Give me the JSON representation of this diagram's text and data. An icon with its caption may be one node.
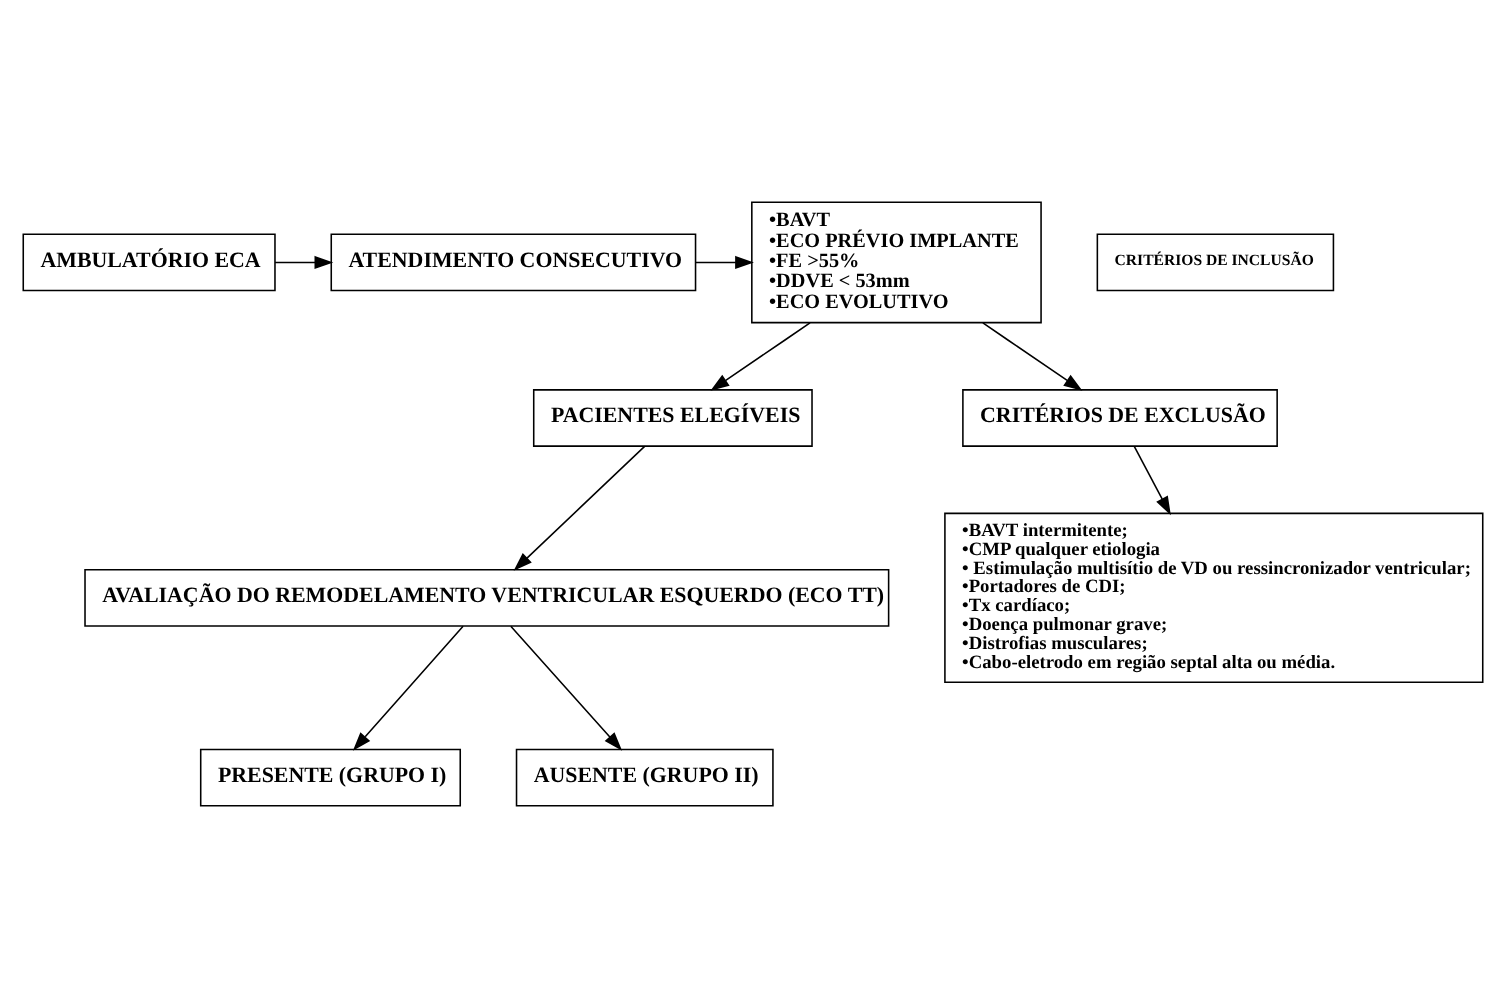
{
  "diagram": {
    "nodes": [
      {
        "text": [
          "AMBULATÓRIO ECA"
        ]
      },
      {
        "text": [
          "ATENDIMENTO CONSECUTIVO"
        ]
      },
      {
        "text": [
          "•BAVT",
          "•ECO PRÉVIO IMPLANTE",
          "•FE >55%",
          "•DDVE < 53mm",
          "•ECO EVOLUTIVO"
        ]
      },
      {
        "text": [
          "CRITÉRIOS DE INCLUSÃO"
        ]
      },
      {
        "text": [
          "PACIENTES ELEGÍVEIS"
        ]
      },
      {
        "text": [
          "CRITÉRIOS DE EXCLUSÃO"
        ]
      },
      {
        "text": [
          "AVALIAÇÃO DO REMODELAMENTO VENTRICULAR ESQUERDO (ECO TT)"
        ]
      },
      {
        "text": [
          "•BAVT intermitente;",
          "•CMP qualquer etiologia",
          "• Estimulação multisítio de VD ou ressincronizador ventricular;",
          "•Portadores de CDI;",
          "•Tx cardíaco;",
          "•Doença pulmonar grave;",
          "•Distrofias musculares;",
          "•Cabo-eletrodo em região septal alta ou média."
        ]
      },
      {
        "text": [
          "PRESENTE (GRUPO I)"
        ]
      },
      {
        "text": [
          "AUSENTE (GRUPO II)"
        ]
      }
    ],
    "edges": [
      {
        "from": 0,
        "to": 1,
        "arrow": "to"
      },
      {
        "from": 1,
        "to": 2,
        "arrow": "to"
      },
      {
        "from": 2,
        "to": 4,
        "arrow": "to"
      },
      {
        "from": 2,
        "to": 5,
        "arrow": "to"
      },
      {
        "from": 5,
        "to": 7,
        "arrow": "to"
      },
      {
        "from": 4,
        "to": 6,
        "arrow": "to"
      },
      {
        "from": 6,
        "to": 8,
        "arrow": "to"
      },
      {
        "from": 6,
        "to": 9,
        "arrow": "to"
      }
    ]
  }
}
